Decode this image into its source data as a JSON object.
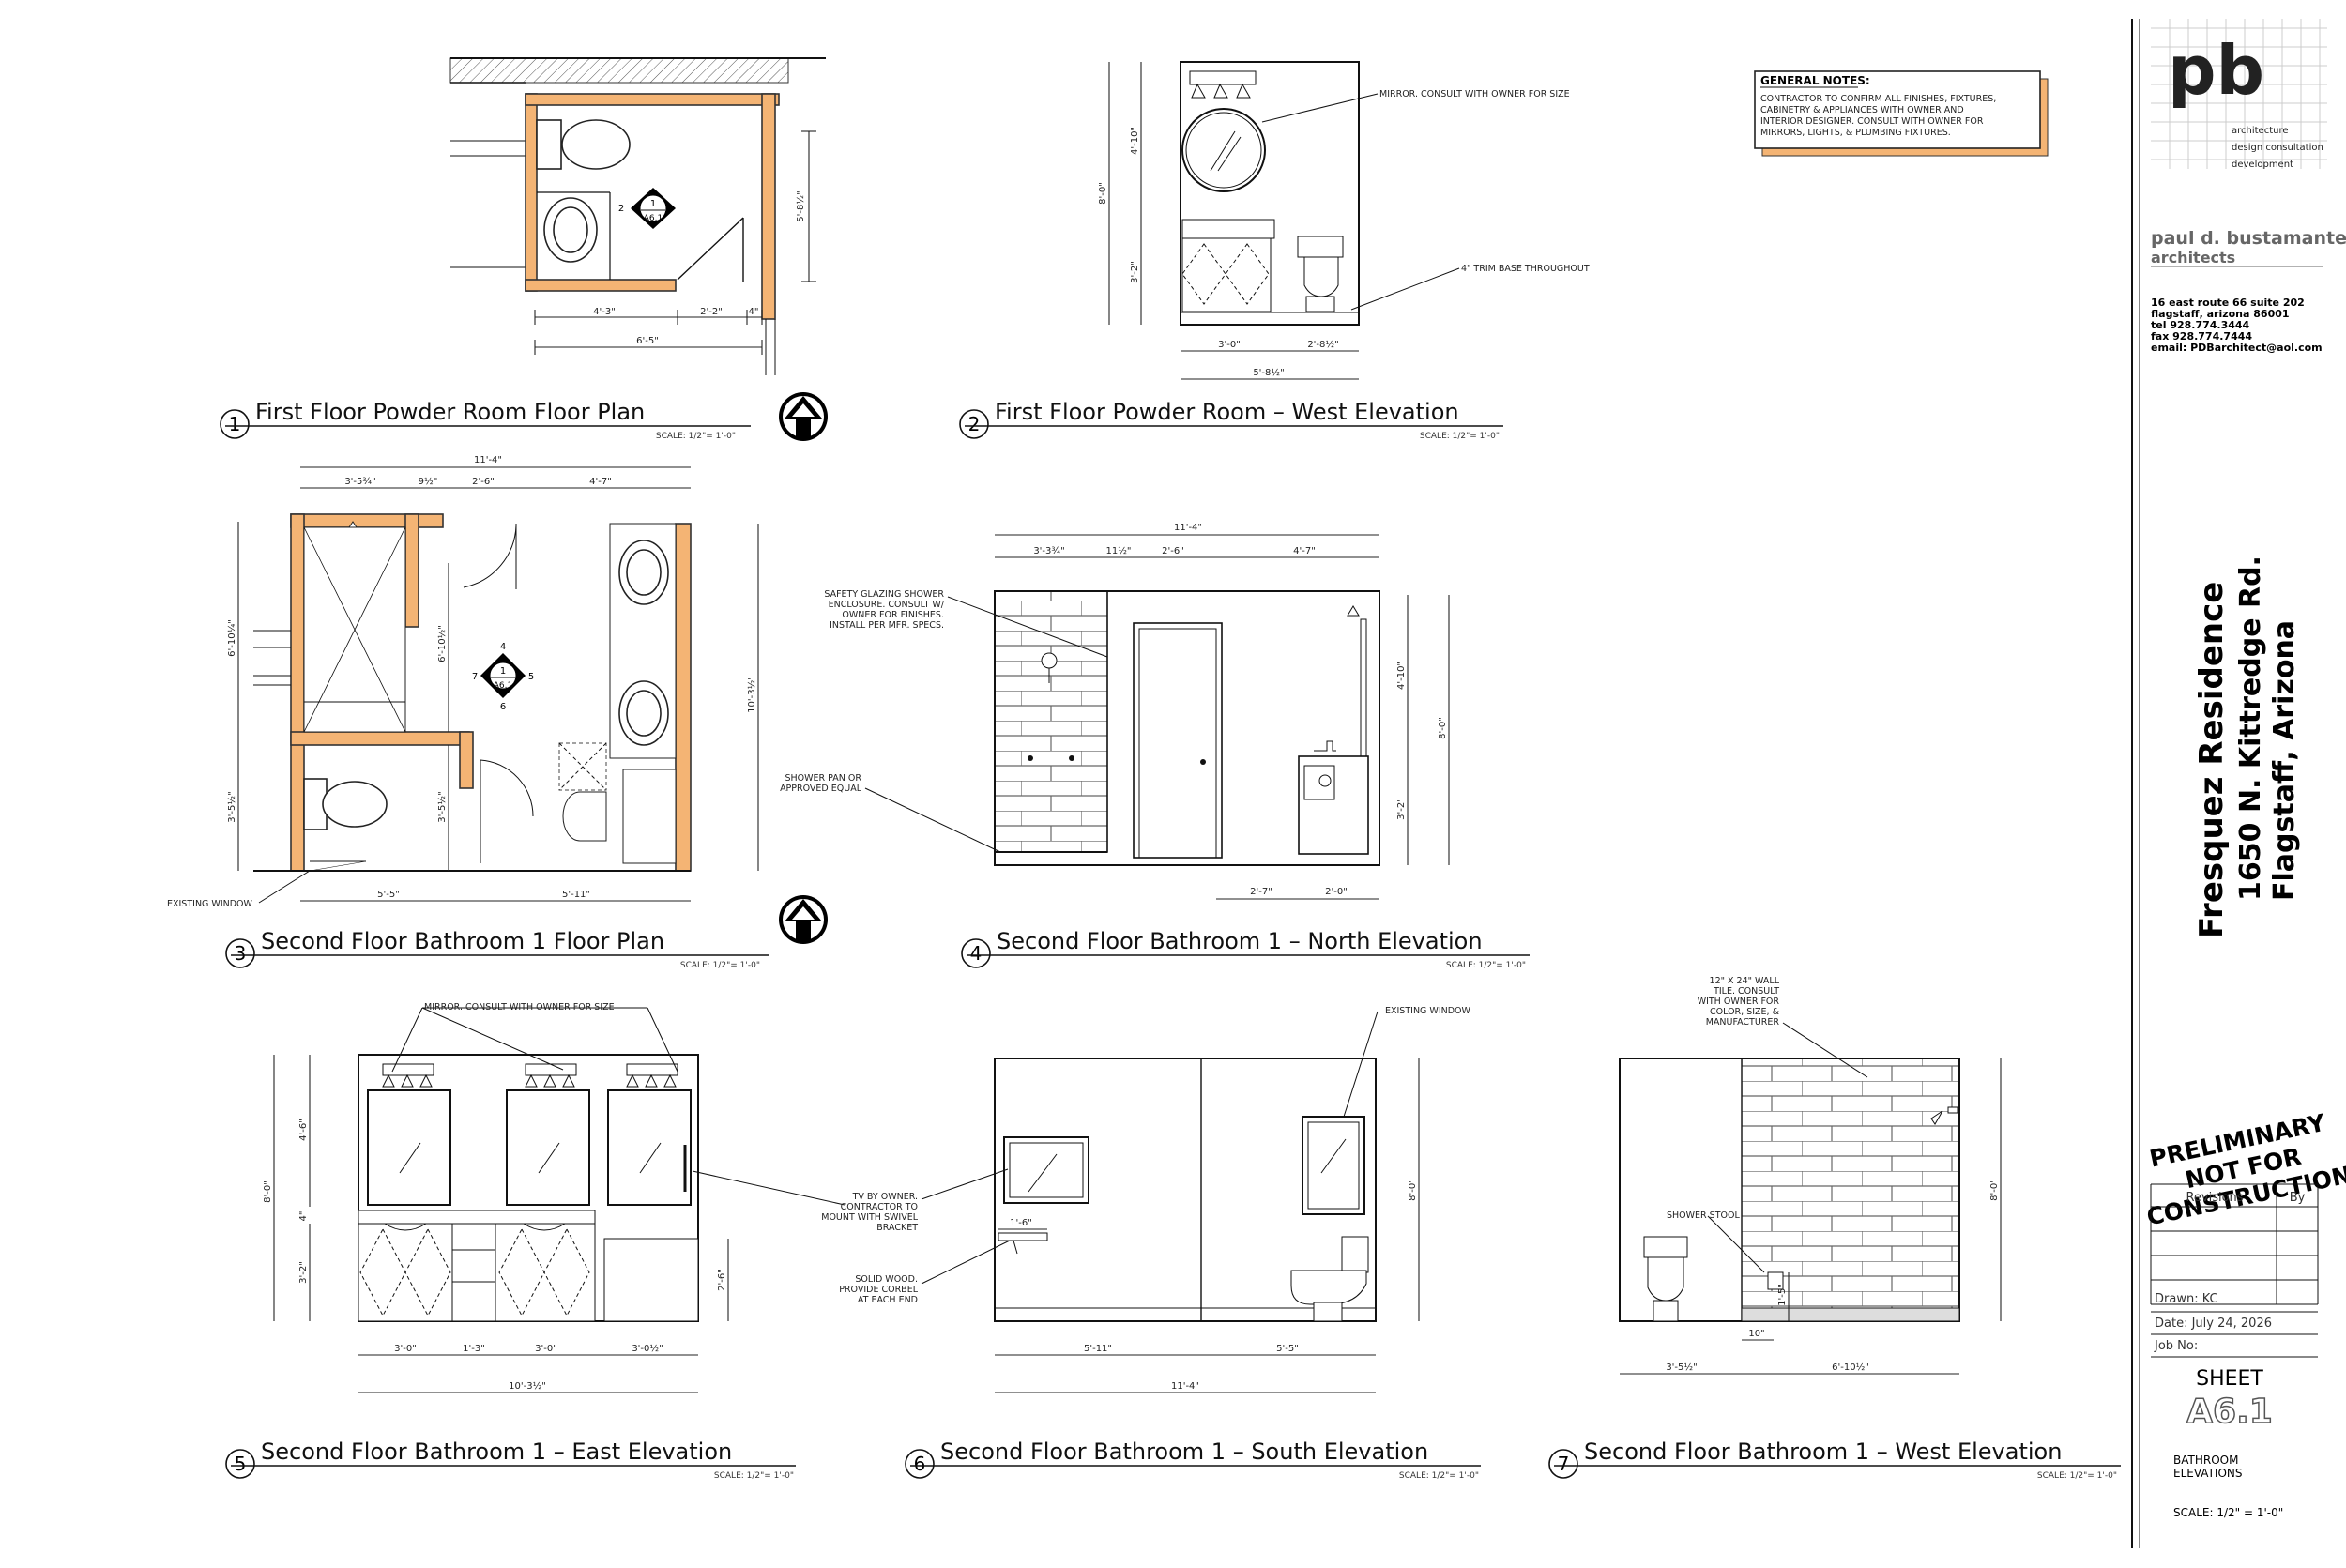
{
  "views": [
    {
      "num": "1",
      "title": "First Floor Powder Room Floor Plan",
      "scale": "SCALE: 1/2\"= 1'-0\""
    },
    {
      "num": "2",
      "title": "First Floor Powder Room – West Elevation",
      "scale": "SCALE: 1/2\"= 1'-0\""
    },
    {
      "num": "3",
      "title": "Second Floor Bathroom 1 Floor Plan",
      "scale": "SCALE: 1/2\"= 1'-0\""
    },
    {
      "num": "4",
      "title": "Second Floor Bathroom 1 – North Elevation",
      "scale": "SCALE: 1/2\"= 1'-0\""
    },
    {
      "num": "5",
      "title": "Second Floor Bathroom 1 – East Elevation",
      "scale": "SCALE: 1/2\"= 1'-0\""
    },
    {
      "num": "6",
      "title": "Second Floor Bathroom 1 – South Elevation",
      "scale": "SCALE: 1/2\"= 1'-0\""
    },
    {
      "num": "7",
      "title": "Second Floor Bathroom 1 – West Elevation",
      "scale": "SCALE: 1/2\"= 1'-0\""
    }
  ],
  "general_notes": {
    "heading": "GENERAL NOTES:",
    "lines": [
      "CONTRACTOR TO CONFIRM ALL FINISHES, FIXTURES,",
      "CABINETRY & APPLIANCES WITH OWNER AND",
      "INTERIOR DESIGNER. CONSULT WITH OWNER FOR",
      "MIRRORS, LIGHTS, & PLUMBING FIXTURES."
    ]
  },
  "plan1": {
    "dims": [
      "4'-3\"",
      "2'-2\"",
      "4\"",
      "6'-5\"",
      "5'-8½\""
    ],
    "marker": {
      "num": "1",
      "sheet": "A6.1",
      "side": "2"
    }
  },
  "elev2": {
    "notes": [
      "MIRROR. CONSULT WITH OWNER FOR SIZE",
      "4\" TRIM BASE THROUGHOUT"
    ],
    "dims": [
      "4'-10\"",
      "8'-0\"",
      "3'-2\"",
      "3'-0\"",
      "2'-8½\"",
      "5'-8½\""
    ]
  },
  "plan3": {
    "dims": [
      "11'-4\"",
      "3'-5¾\"",
      "9½\"",
      "2'-6\"",
      "4'-7\"",
      "6'-10¼\"",
      "6'-10½\"",
      "3'-5½\"",
      "3'-5½\"",
      "10'-3½\"",
      "5'-5\"",
      "5'-11\""
    ],
    "note": "EXISTING WINDOW",
    "marker": {
      "num": "1",
      "sheet": "A6.1",
      "n": "4",
      "w": "7",
      "e": "5",
      "s": "6"
    }
  },
  "elev4": {
    "notes": [
      [
        "SAFETY GLAZING SHOWER",
        "ENCLOSURE. CONSULT W/",
        "OWNER FOR FINISHES.",
        "INSTALL PER MFR. SPECS."
      ],
      [
        "SHOWER PAN OR",
        "APPROVED EQUAL"
      ]
    ],
    "dims": [
      "11'-4\"",
      "3'-3¾\"",
      "11½\"",
      "2'-6\"",
      "4'-7\"",
      "4'-10\"",
      "8'-0\"",
      "3'-2\"",
      "2'-7\"",
      "2'-0\""
    ]
  },
  "elev5": {
    "notes": [
      "MIRROR. CONSULT WITH OWNER FOR SIZE"
    ],
    "dims": [
      "4'-6\"",
      "8'-0\"",
      "4\"",
      "3'-2\"",
      "2'-6\"",
      "3'-0\"",
      "1'-3\"",
      "3'-0\"",
      "3'-0½\"",
      "10'-3½\""
    ]
  },
  "elev6": {
    "notes": [
      [
        "EXISTING WINDOW"
      ],
      [
        "TV BY OWNER.",
        "CONTRACTOR TO",
        "MOUNT WITH SWIVEL",
        "BRACKET"
      ],
      [
        "SOLID WOOD.",
        "PROVIDE CORBEL",
        "AT EACH END"
      ]
    ],
    "dims": [
      "1'-6\"",
      "8'-0\"",
      "5'-11\"",
      "5'-5\"",
      "11'-4\""
    ]
  },
  "elev7": {
    "notes": [
      [
        "12\" X 24\" WALL",
        "TILE. CONSULT",
        "WITH OWNER FOR",
        "COLOR, SIZE, &",
        "MANUFACTURER"
      ],
      [
        "SHOWER STOOL"
      ]
    ],
    "dims": [
      "8'-0\"",
      "1'-5\"",
      "10\"",
      "3'-5½\"",
      "6'-10½\""
    ]
  },
  "title_block": {
    "logo": "pb",
    "services": [
      "architecture",
      "design  consultation",
      "development"
    ],
    "firm": [
      "paul d. bustamante",
      "architects"
    ],
    "address": [
      "16 east route 66 suite 202",
      "flagstaff, arizona 86001",
      "tel  928.774.3444",
      "fax  928.774.7444",
      "email:  PDBarchitect@aol.com"
    ],
    "project": [
      "Fresquez Residence",
      "1650 N. Kittredge Rd.",
      "Flagstaff, Arizona"
    ],
    "stamp": [
      "PRELIMINARY",
      "NOT FOR",
      "CONSTRUCTION"
    ],
    "revisions_label": "Revisions",
    "by_label": "By",
    "drawn": "Drawn: KC",
    "date": "Date: July 24, 2026",
    "job": "Job  No:",
    "sheet_label": "SHEET",
    "sheet_no": "A6.1",
    "sheet_title": [
      "BATHROOM",
      "ELEVATIONS"
    ],
    "scale": "SCALE:  1/2\" = 1'-0\""
  },
  "colors": {
    "wall_fill": "#f4b474",
    "notes_shadow": "#f4b474",
    "stamp": "#000000"
  }
}
